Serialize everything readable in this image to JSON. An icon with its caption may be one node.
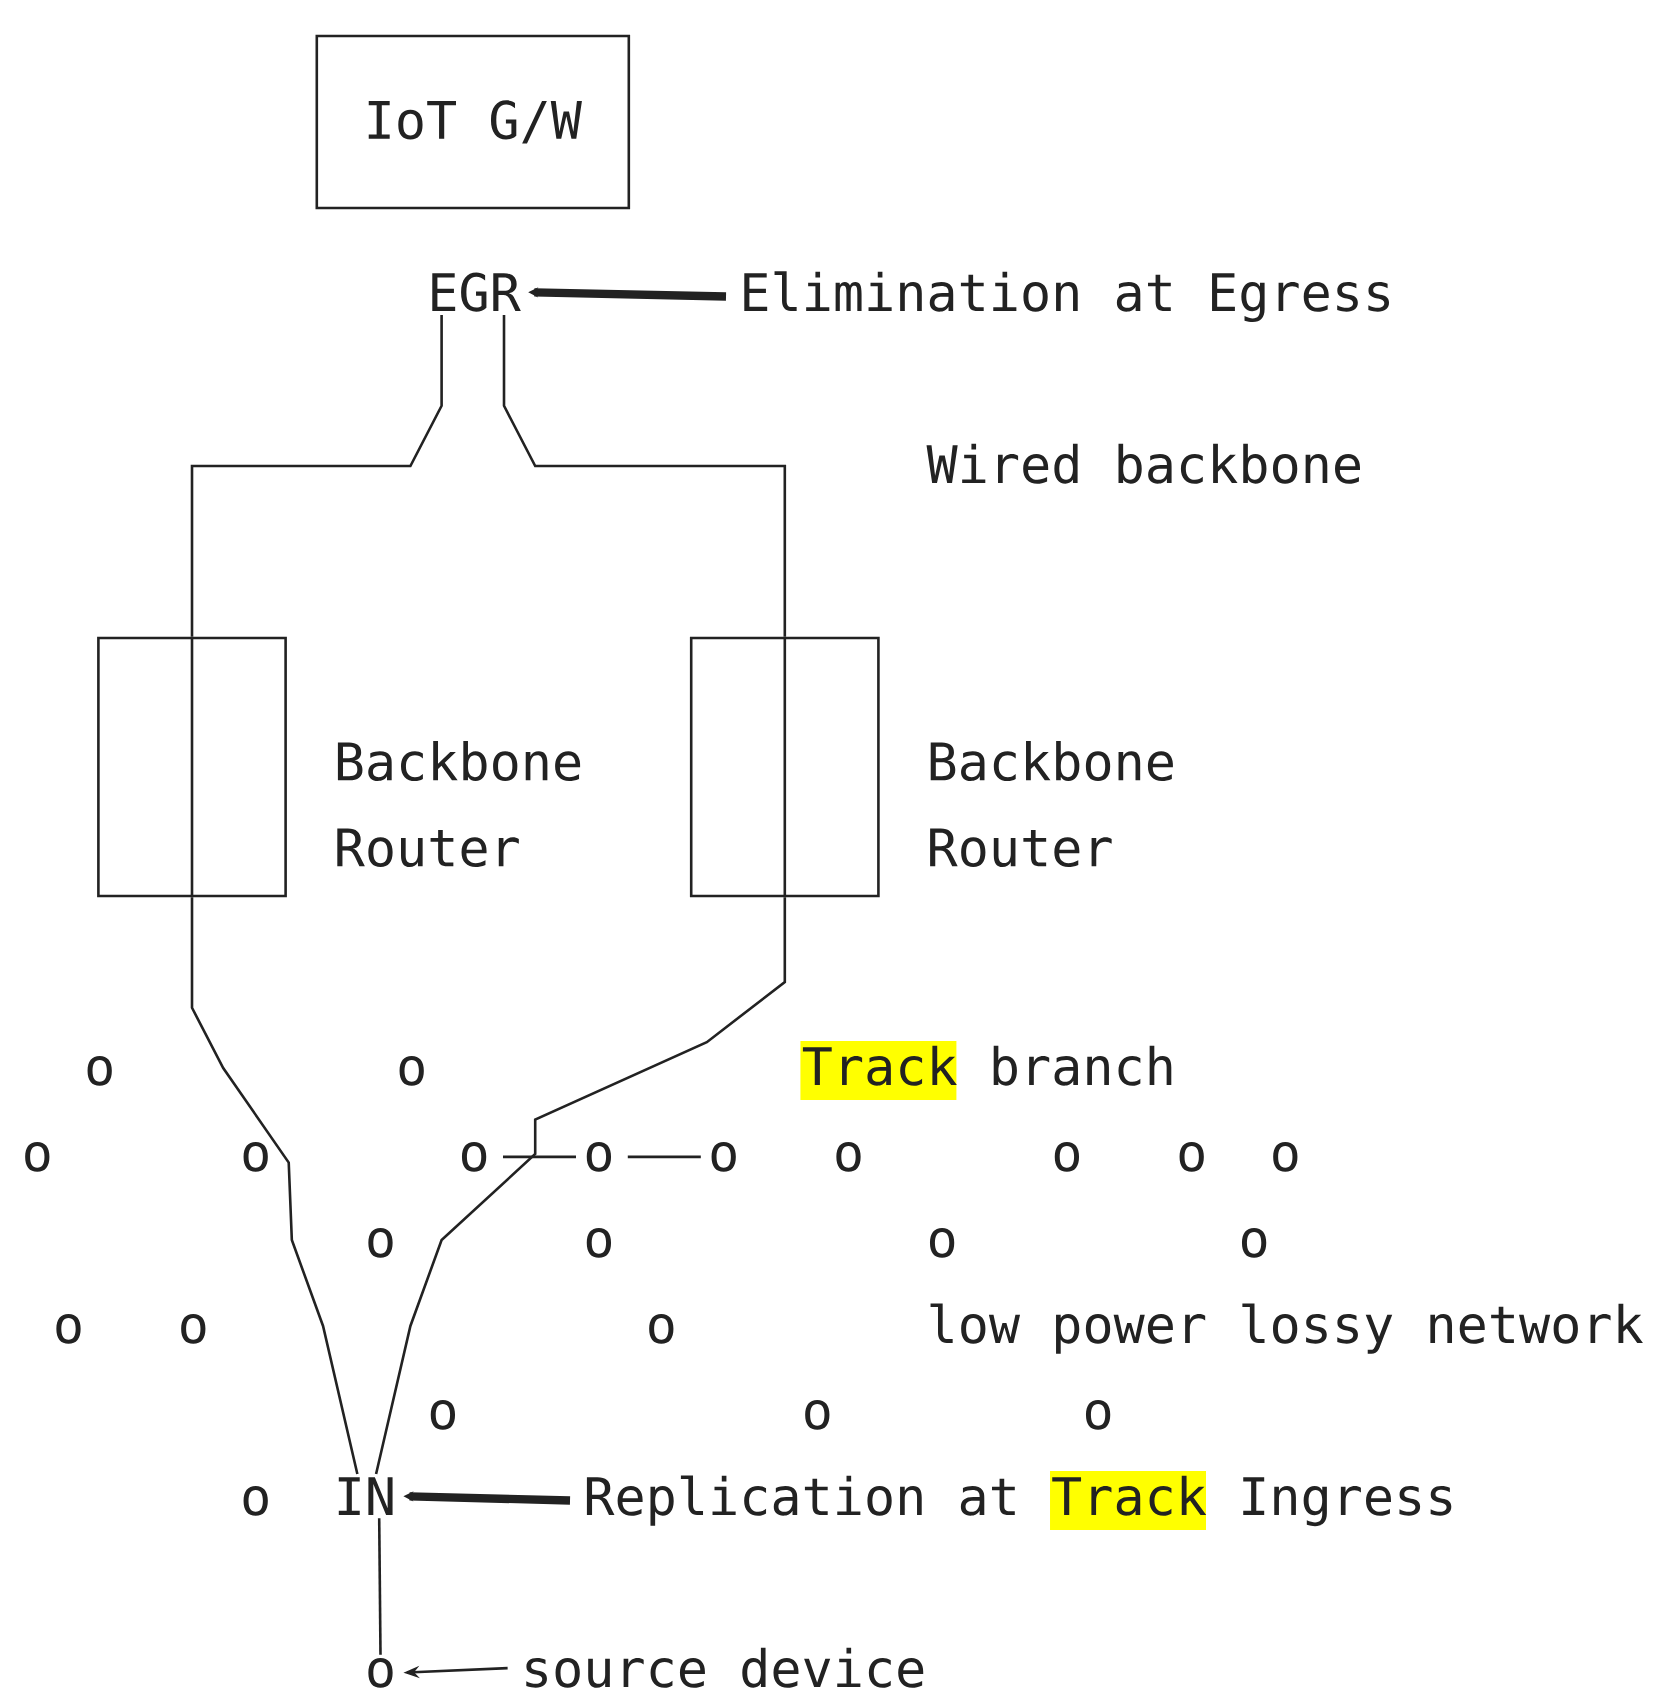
{
  "diagram": {
    "nodes": [
      {
        "text": [
          "IoT G/W"
        ]
      },
      {
        "text": [
          "EGR"
        ]
      },
      {
        "text": [
          "Elimination at Egress"
        ]
      },
      {
        "text": [],
        "shape": "box",
        "beside": [
          "Backbone Router"
        ]
      },
      {
        "text": [],
        "shape": "box",
        "beside": [
          "Backbone Router"
        ]
      },
      {
        "text": [
          "IN"
        ]
      },
      {
        "text": [
          "Replication at Track Ingress"
        ]
      },
      {
        "text": [
          "o"
        ]
      },
      {
        "text": [
          "source device"
        ]
      },
      {
        "text": [
          "o"
        ]
      },
      {
        "text": [
          "o"
        ]
      },
      {
        "text": [
          "o"
        ]
      },
      {
        "text": [
          "Track branch"
        ]
      }
    ],
    "edges": [
      {
        "from": 2,
        "to": 1,
        "arrow": "to",
        "style": "thick"
      },
      {
        "from": 1,
        "to": 3,
        "arrow": "none"
      },
      {
        "from": 1,
        "to": 4,
        "arrow": "none"
      },
      {
        "from": 3,
        "to": 5,
        "arrow": "none"
      },
      {
        "from": 4,
        "to": 5,
        "arrow": "none"
      },
      {
        "from": 6,
        "to": 5,
        "arrow": "to",
        "style": "thick"
      },
      {
        "from": 5,
        "to": 7,
        "arrow": "none"
      },
      {
        "from": 8,
        "to": 7,
        "arrow": "to"
      },
      {
        "from": 9,
        "to": 10,
        "arrow": "none"
      },
      {
        "from": 10,
        "to": 11,
        "arrow": "none"
      }
    ],
    "labels": [
      "Wired backbone",
      "o",
      "o",
      "o",
      "o",
      "o",
      "o",
      "o",
      "o",
      "o",
      "o",
      "o",
      "o",
      "o",
      "o",
      "o",
      "low power lossy network",
      "o",
      "o",
      "o",
      "o"
    ]
  }
}
